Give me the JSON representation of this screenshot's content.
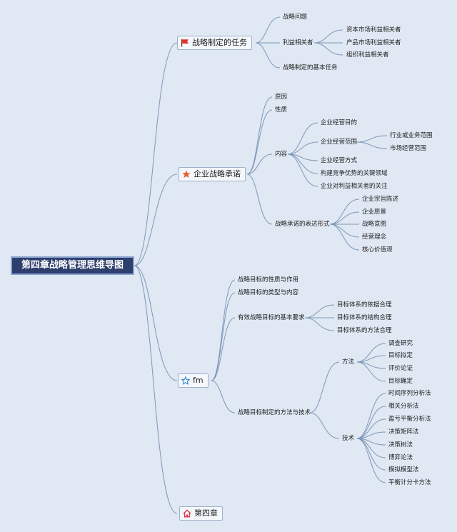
{
  "root": {
    "label": "第四章战略管理思维导图"
  },
  "branches": {
    "b1": {
      "label": "战略制定的任务",
      "icon": "red-flag-icon",
      "items": {
        "a": "战略问题",
        "b": "利益相关者",
        "c": "战略制定的基本任务"
      },
      "stake": {
        "a": "资本市场利益相关者",
        "b": "产品市场利益相关者",
        "c": "组织利益相关者"
      }
    },
    "b2": {
      "label": "企业战略承诺",
      "icon": "star-icon",
      "items": {
        "a": "原因",
        "b": "性质",
        "c": "内容",
        "d": "战略承诺的表达形式"
      },
      "content": {
        "a": "企业经营目的",
        "b": "企业经营范围",
        "c": "企业经营方式",
        "d": "构建竞争优势的关键领域",
        "e": "企业对利益相关者的关注"
      },
      "scope": {
        "a": "行业或业务范围",
        "b": "市场经营范围"
      },
      "forms": {
        "a": "企业宗旨陈述",
        "b": "企业愿景",
        "c": "战略意图",
        "d": "经营理念",
        "e": "核心价值观"
      }
    },
    "b3": {
      "label": "fm",
      "icon": "star-outline-icon",
      "items": {
        "a": "战略目标的性质与作用",
        "b": "战略目标的类型与内容",
        "c": "有效战略目标的基本要求",
        "d": "战略目标制定的方法与技术"
      },
      "req": {
        "a": "目标体系的依据合理",
        "b": "目标体系的结构合理",
        "c": "目标体系的方法合理"
      },
      "mt": {
        "a": "方法",
        "b": "技术"
      },
      "methods": {
        "a": "调查研究",
        "b": "目标拟定",
        "c": "评价论证",
        "d": "目标确定"
      },
      "tech": {
        "a": "时间序列分析法",
        "b": "相关分析法",
        "c": "盈亏平衡分析法",
        "d": "决策矩阵法",
        "e": "决策树法",
        "f": "博弈论法",
        "g": "模拟模型法",
        "h": "平衡计分卡方法"
      }
    },
    "b4": {
      "label": "第四章",
      "icon": "home-icon"
    }
  },
  "colors": {
    "background": "#dfe8f3",
    "root_fill": "#2e3f6e",
    "connector": "#7e97b8",
    "flag": "#e0312a",
    "star": "#e8602c",
    "outline_star": "#3b8fd6",
    "home": "#d9364d"
  }
}
